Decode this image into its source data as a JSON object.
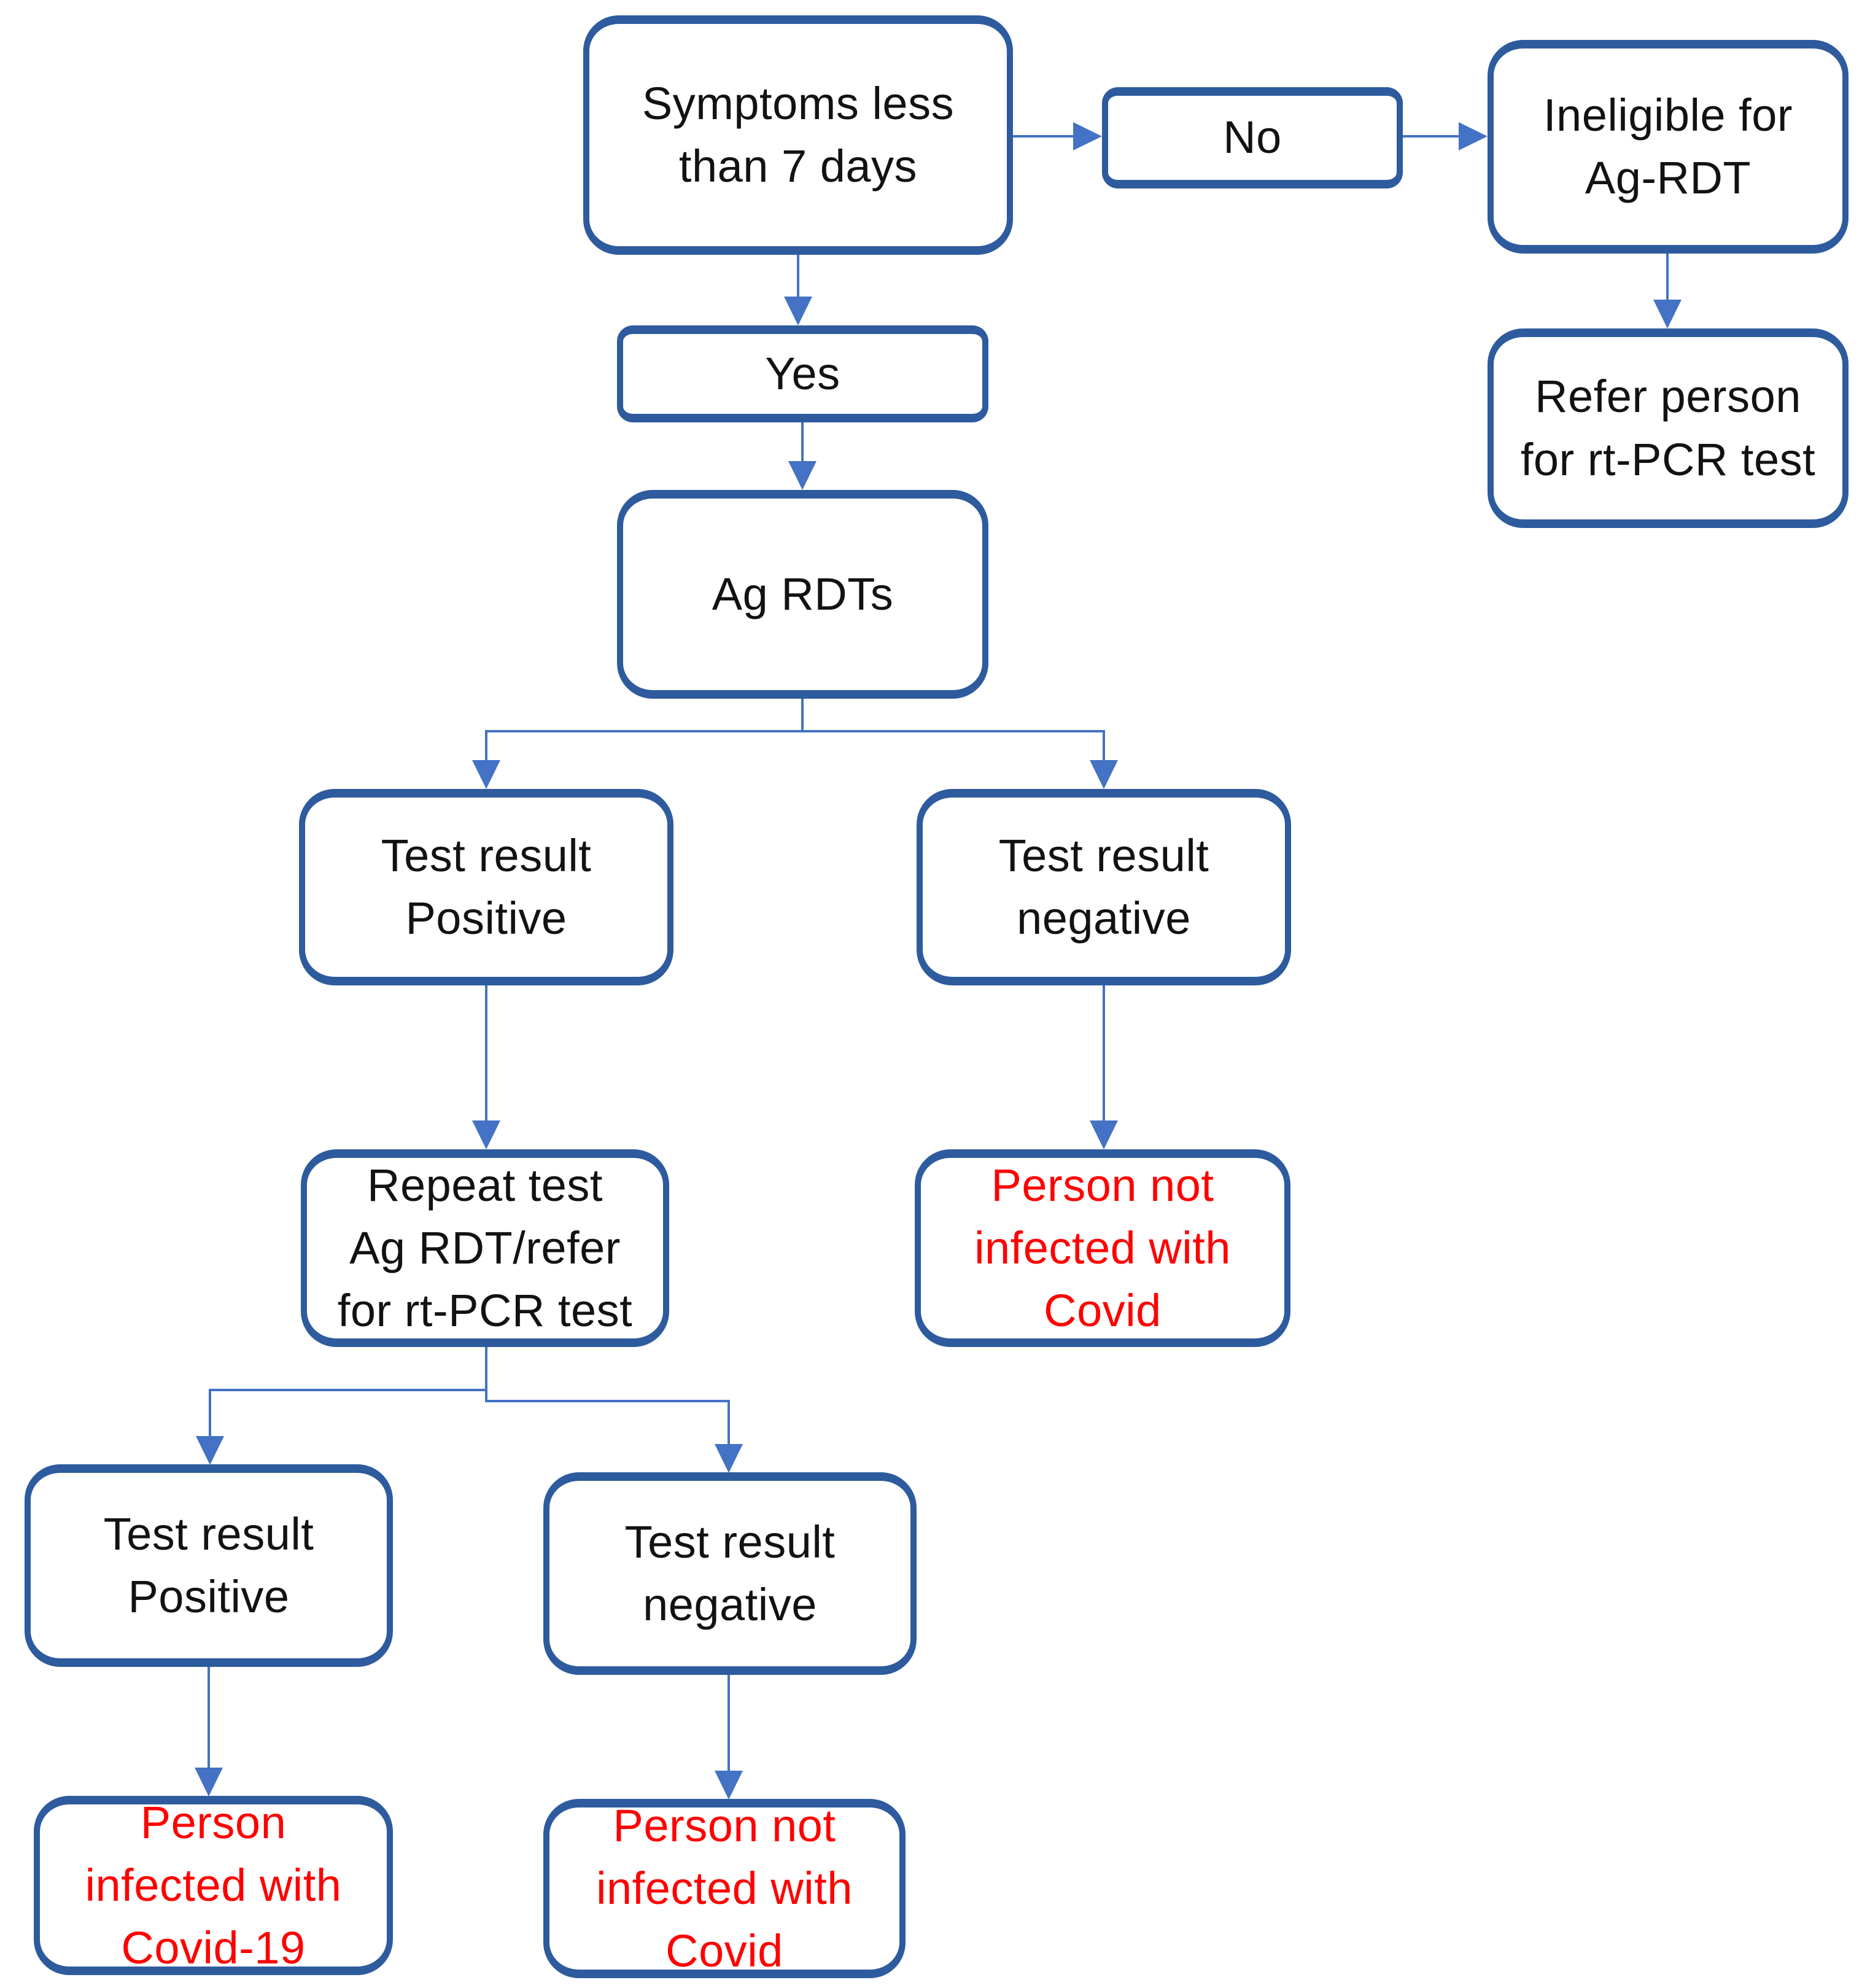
{
  "diagram": {
    "background": "#ffffff",
    "colors": {
      "box_border": "#2e5b9e",
      "box_fill": "#ffffff",
      "connector": "#4472c4",
      "step_text": "#121212",
      "result_text": "#ff0000"
    },
    "nodes": {
      "symptoms": {
        "label": [
          "Symptoms less",
          "than 7 days"
        ],
        "kind": "decision"
      },
      "no": {
        "label": [
          "No"
        ],
        "kind": "branch"
      },
      "ineligible": {
        "label": [
          "Ineligible for",
          "Ag-RDT"
        ],
        "kind": "step"
      },
      "refer": {
        "label": [
          "Refer person",
          "for rt-PCR test"
        ],
        "kind": "step"
      },
      "yes": {
        "label": [
          "Yes"
        ],
        "kind": "branch"
      },
      "agrdts": {
        "label": [
          "Ag RDTs"
        ],
        "kind": "step"
      },
      "testpos1": {
        "label": [
          "Test result",
          "Positive"
        ],
        "kind": "step"
      },
      "testneg1": {
        "label": [
          "Test result",
          "negative"
        ],
        "kind": "step"
      },
      "repeat": {
        "label": [
          "Repeat test",
          "Ag RDT/refer",
          "for rt-PCR test"
        ],
        "kind": "step"
      },
      "notinfected1": {
        "label": [
          "Person not",
          "infected with",
          "Covid"
        ],
        "kind": "result"
      },
      "testpos2": {
        "label": [
          "Test result",
          "Positive"
        ],
        "kind": "step"
      },
      "testneg2": {
        "label": [
          "Test result",
          "negative"
        ],
        "kind": "step"
      },
      "infected": {
        "label": [
          "Person",
          "infected with",
          "Covid-19"
        ],
        "kind": "result"
      },
      "notinfected2": {
        "label": [
          "Person not",
          "infected with",
          "Covid"
        ],
        "kind": "result"
      }
    },
    "edges": [
      {
        "from": "symptoms",
        "to": "no"
      },
      {
        "from": "no",
        "to": "ineligible"
      },
      {
        "from": "ineligible",
        "to": "refer"
      },
      {
        "from": "symptoms",
        "to": "yes"
      },
      {
        "from": "yes",
        "to": "agrdts"
      },
      {
        "from": "agrdts",
        "to": "testpos1"
      },
      {
        "from": "agrdts",
        "to": "testneg1"
      },
      {
        "from": "testpos1",
        "to": "repeat"
      },
      {
        "from": "testneg1",
        "to": "notinfected1"
      },
      {
        "from": "repeat",
        "to": "testpos2"
      },
      {
        "from": "repeat",
        "to": "testneg2"
      },
      {
        "from": "testpos2",
        "to": "infected"
      },
      {
        "from": "testneg2",
        "to": "notinfected2"
      }
    ]
  }
}
